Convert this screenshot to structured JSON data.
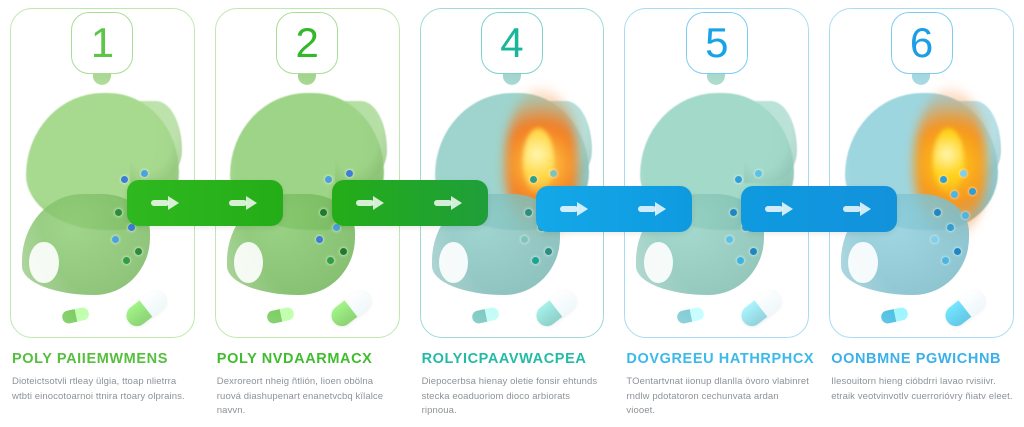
{
  "figure": {
    "title": "Pharmacokinetics process infographic",
    "panel_count": 5,
    "background": "#ffffff"
  },
  "panels": [
    {
      "number": "1",
      "accent": "#5fc44a",
      "accent_soft": "#aee09a",
      "border": "#bfe8b0",
      "badge_border": "#a9dd96",
      "organ_fill": "#a7d98f",
      "gut_fill": "#8fcd77",
      "title": "POLY PAIIEMWMENS",
      "body_line1": "Dioteictsotvli rtleay  ülgia, ttoap nlietrra",
      "body_line2": "wtbti einocotoarnoi ttnira rtoary olprains.",
      "title_color": "#55bf3e",
      "body_color": "#8d9398",
      "has_hotspot": false,
      "pill_color": "#6cc74f",
      "molecule_colors": [
        "#3b7dd8",
        "#2f9e44",
        "#4aa3e0",
        "#2c8c3c"
      ]
    },
    {
      "number": "2",
      "accent": "#32b82a",
      "accent_soft": "#9ad98a",
      "border": "#bfe8b0",
      "badge_border": "#a9dd96",
      "organ_fill": "#9ed487",
      "gut_fill": "#86c96e",
      "title": "POLY NVDAARMACX",
      "body_line1": "Dexroreort nheig  ñtlión, lioen obölna",
      "body_line2": "ruová diashupenart enanetvcbq kïlalce navvn.",
      "title_color": "#3fbd2e",
      "body_color": "#8d9398",
      "has_hotspot": false,
      "pill_color": "#6cc74f",
      "molecule_colors": [
        "#4a9fe0",
        "#2f9e44",
        "#3b7dd8",
        "#1f7a2e"
      ]
    },
    {
      "number": "4",
      "accent": "#18b79a",
      "accent_soft": "#8fd4cd",
      "border": "#9fd9da",
      "badge_border": "#7fd2cc",
      "organ_fill": "#9ed4cd",
      "gut_fill": "#8fccc8",
      "title": "ROLYICPAAVWACPEA",
      "body_line1": "Diepocerbsa hienay  oletie  fonsir ehtunds",
      "body_line2": "stecka eoaduoriom dioco arbiorats ripnoua.",
      "title_color": "#23bba6",
      "body_color": "#8d9398",
      "has_hotspot": true,
      "hotspot_color": "#f47b20",
      "hotspot_core": "#ffd94a",
      "pill_color": "#6fc3bb",
      "molecule_colors": [
        "#2f9e8c",
        "#19a58f",
        "#7fc4bb",
        "#2a8f7e"
      ]
    },
    {
      "number": "5",
      "accent": "#16a3e8",
      "accent_soft": "#8fd7ec",
      "border": "#a9dcf2",
      "badge_border": "#7ecdf0",
      "organ_fill": "#a3d9c9",
      "gut_fill": "#95d2c4",
      "title": "DOVGREEU HATHRPHCX",
      "body_line1": "TOentartvnat iionup  dlanlla  övoro vlabinret",
      "body_line2": "rndlw pdotatoron cechunvata ardan viooet.",
      "title_color": "#3bb9ea",
      "body_color": "#8d9398",
      "has_hotspot": false,
      "pill_color": "#74c6d2",
      "molecule_colors": [
        "#2f9ed6",
        "#3ab3e0",
        "#59c2e8",
        "#1f86c4"
      ]
    },
    {
      "number": "6",
      "accent": "#1b9de8",
      "accent_soft": "#8ed2ee",
      "border": "#a9dcf2",
      "badge_border": "#7ecdf0",
      "organ_fill": "#9ed6df",
      "gut_fill": "#8ecfdc",
      "title": "OONBMNE PGWICHNB",
      "body_line1": "Ilesouitorn hieng  cióbdrri  lavao rvisiivr.",
      "body_line2": "etraik veotvinvotlv cuerrorióvry ñiatv eleet.",
      "title_color": "#3bb0ea",
      "body_color": "#8d9398",
      "has_hotspot": true,
      "hotspot_color": "#f6931e",
      "hotspot_core": "#ffd21a",
      "pill_color": "#39b8e0",
      "molecule_colors": [
        "#2f9ed6",
        "#49b6e6",
        "#7fd0ee",
        "#1f86c4"
      ]
    }
  ],
  "connectors": [
    {
      "id": "connector-1-2",
      "color_from": "#2fb81f",
      "color_to": "#24ad18",
      "arrow_glyphs": 2,
      "label": "flow-arrow-green"
    },
    {
      "id": "connector-2-3",
      "color_from": "#24ad18",
      "color_to": "#1f9e3a",
      "arrow_glyphs": 2,
      "label": "flow-arrow-green"
    },
    {
      "id": "connector-3-4",
      "color_from": "#14a8e8",
      "color_to": "#0f9ae0",
      "arrow_glyphs": 2,
      "label": "flow-arrow-blue"
    },
    {
      "id": "connector-4-5",
      "color_from": "#0f9ae0",
      "color_to": "#1392dc",
      "arrow_glyphs": 2,
      "label": "flow-arrow-blue"
    }
  ]
}
